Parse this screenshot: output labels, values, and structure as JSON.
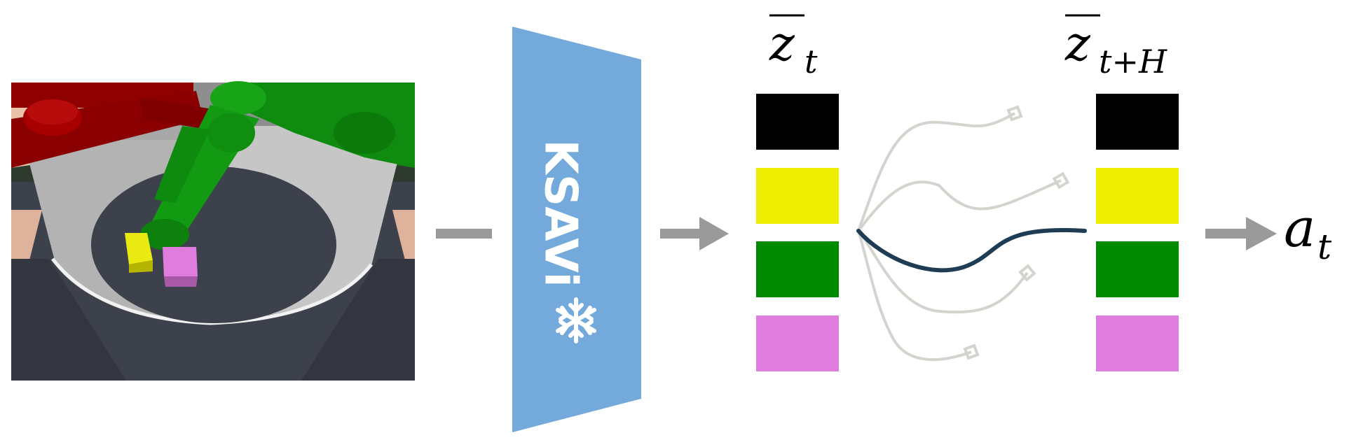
{
  "encoder": {
    "label": "KSAVi",
    "icon": "snowflake-icon",
    "color": "#74a9dc"
  },
  "input_state": {
    "label": "z",
    "subscript": "t"
  },
  "goal_state": {
    "label": "z",
    "subscript": "t+H"
  },
  "output": {
    "label": "a",
    "subscript": "t"
  },
  "slot_colors": [
    "#000000",
    "#eeee00",
    "#008a00",
    "#df7ddf"
  ],
  "colors": {
    "arrow": "#9a9a9a",
    "selected_trajectory": "#1e3d55",
    "candidate_trajectory": "#d4d4ce",
    "scene_floor": "#3a3e48",
    "scene_bowl": "#bdbdbd"
  }
}
